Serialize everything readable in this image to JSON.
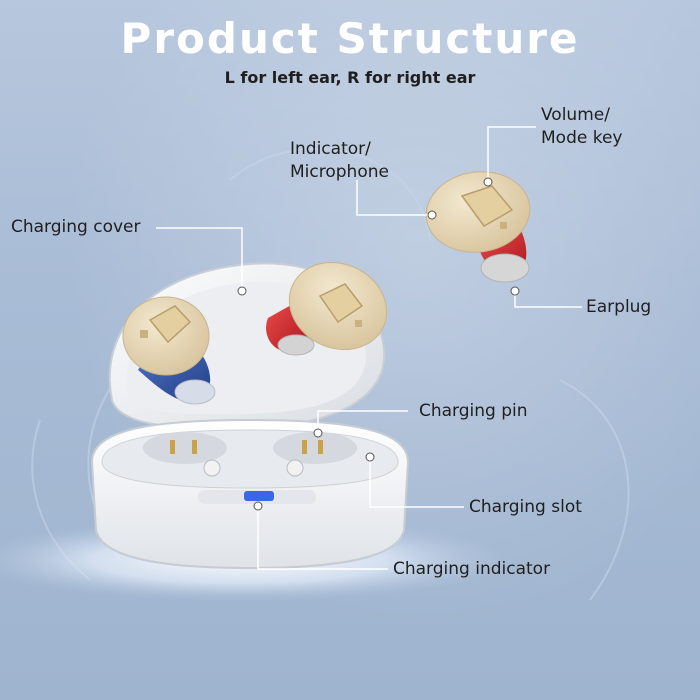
{
  "title": "Product Structure",
  "subtitle": "L for left ear, R for right ear",
  "callouts": {
    "volume_mode_key": [
      "Volume/",
      "Mode key"
    ],
    "indicator_microphone": [
      "Indicator/",
      "Microphone"
    ],
    "charging_cover": "Charging cover",
    "earplug": "Earplug",
    "charging_pin": "Charging pin",
    "charging_slot": "Charging slot",
    "charging_indicator": "Charging indicator"
  },
  "colors": {
    "background": "#aebfd8",
    "title": "#ffffff",
    "hearing_aid_shell": "#e7d8b7",
    "left_earplug": "#3357a6",
    "right_earplug": "#d8292d",
    "case": "#f4f4f4",
    "charging_led": "#3a66e8"
  }
}
